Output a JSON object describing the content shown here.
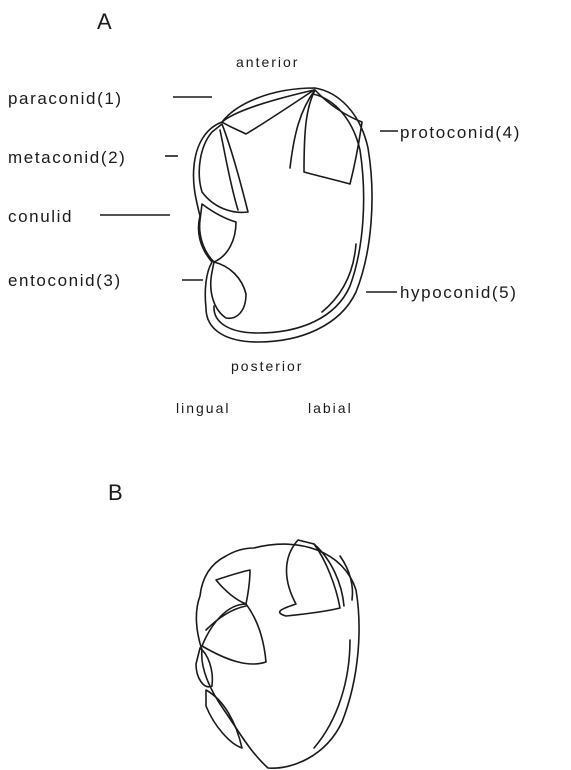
{
  "panel_a": {
    "letter": "A",
    "orientation": {
      "anterior": "anterior",
      "posterior": "posterior",
      "lingual": "lingual",
      "labial": "labial"
    },
    "cusp_labels": {
      "paraconid": "paraconid(1)",
      "metaconid": "metaconid(2)",
      "conulid": "conulid",
      "entoconid": "entoconid(3)",
      "protoconid": "protoconid(4)",
      "hypoconid": "hypoconid(5)"
    }
  },
  "panel_b": {
    "letter": "B"
  },
  "colors": {
    "ink": "#1a1a1a",
    "background": "#ffffff"
  }
}
